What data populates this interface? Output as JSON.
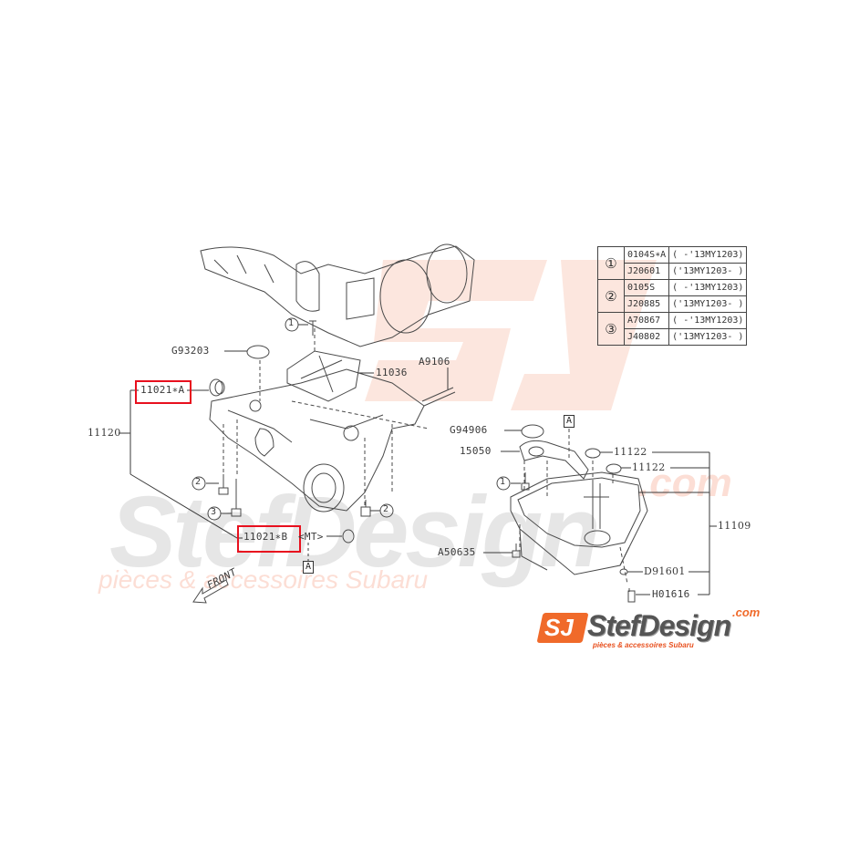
{
  "watermark": {
    "brand_large": "StefDesign",
    "brand_com": ".com",
    "tagline": "pièces & accessoires Subaru",
    "logo_mark": "SD",
    "color_red": "#f06a2a"
  },
  "legend_table": {
    "rows": [
      {
        "ref": "1",
        "parts": [
          {
            "part": "0104S∗A",
            "range": "( -'13MY1203)"
          },
          {
            "part": "J20601",
            "range": "('13MY1203- )"
          }
        ]
      },
      {
        "ref": "2",
        "parts": [
          {
            "part": "0105S",
            "range": "( -'13MY1203)"
          },
          {
            "part": "J20885",
            "range": "('13MY1203- )"
          }
        ]
      },
      {
        "ref": "3",
        "parts": [
          {
            "part": "A70867",
            "range": "( -'13MY1203)"
          },
          {
            "part": "J40802",
            "range": "('13MY1203- )"
          }
        ]
      }
    ]
  },
  "labels": {
    "g93203": "G93203",
    "p11021a": "11021∗A",
    "p11120": "11120",
    "p11036": "11036",
    "a9106": "A9106",
    "p11021b": "11021∗B",
    "mt": "<MT>",
    "box_a": "A",
    "front": "FRONT",
    "g94906": "G94906",
    "p15050": "15050",
    "p11122_1": "11122",
    "p11122_2": "11122",
    "p11109": "11109",
    "a50635": "A50635",
    "d91601": "D91601",
    "h01616": "H01616",
    "ref1": "1",
    "ref2": "2",
    "ref3": "3"
  },
  "highlight": {
    "color": "#e8101e",
    "items": [
      "11021∗A",
      "11021∗B"
    ]
  },
  "logo": {
    "mark": "SJ",
    "name": "StefDesign",
    "com": ".com",
    "sub": "pièces & accessoires Subaru"
  }
}
